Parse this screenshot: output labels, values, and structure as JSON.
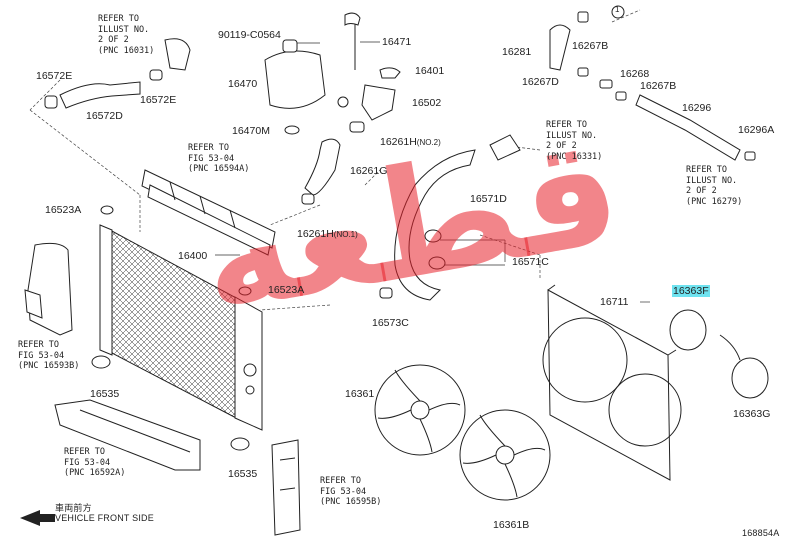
{
  "parts": {
    "p90119": "90119-C0564",
    "p16471": "16471",
    "p16401": "16401",
    "p16470": "16470",
    "p16502": "16502",
    "p16470m": "16470M",
    "p16261h2": "16261H",
    "p16261h2_note": "(NO.2)",
    "p16261g": "16261G",
    "p16261h1": "16261H",
    "p16261h1_note": "(NO.1)",
    "p16572e_a": "16572E",
    "p16572e_b": "16572E",
    "p16572d": "16572D",
    "p16523a_a": "16523A",
    "p16523a_b": "16523A",
    "p16400": "16400",
    "p16535_a": "16535",
    "p16535_b": "16535",
    "p16281": "16281",
    "p16267b_a": "16267B",
    "p16267d": "16267D",
    "p16268": "16268",
    "p16267b_b": "16267B",
    "p16296": "16296",
    "p16296a": "16296A",
    "p16571d": "16571D",
    "p16571c": "16571C",
    "p16573c": "16573C",
    "p16711": "16711",
    "p16363f": "16363F",
    "p16363g": "16363G",
    "p16361": "16361",
    "p16361b": "16361B",
    "circle_1": "1"
  },
  "refs": {
    "r1": "REFER TO\nILLUST NO.\n2 OF 2\n(PNC 16031)",
    "r2": "REFER TO\nFIG 53-04\n(PNC 16594A)",
    "r3": "REFER TO\nILLUST NO.\n2 OF 2\n(PNC 16331)",
    "r4": "REFER TO\nILLUST NO.\n2 OF 2\n(PNC 16279)",
    "r5": "REFER TO\nFIG 53-04\n(PNC 16593B)",
    "r6": "REFER TO\nFIG 53-04\n(PNC 16592A)",
    "r7": "REFER TO\nFIG 53-04\n(PNC 16595B)"
  },
  "footer": {
    "front_cn": "車両前方",
    "front_en": "VEHICLE FRONT SIDE",
    "diagram_id": "168854A"
  },
  "watermark": {
    "text": "قطعه",
    "color": "#e8202a"
  },
  "colors": {
    "highlight": "#6fe3f0",
    "line": "#222222",
    "watermark": "#e8202a"
  }
}
